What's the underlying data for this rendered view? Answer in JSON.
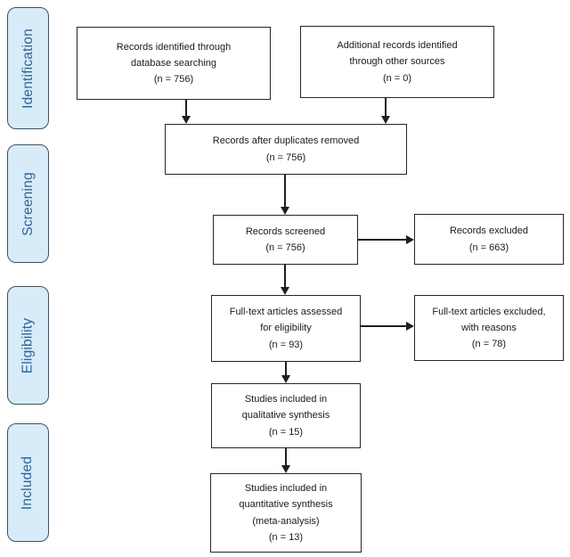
{
  "sidebar": {
    "stages": [
      {
        "label": "Identification"
      },
      {
        "label": "Screening"
      },
      {
        "label": "Eligibility"
      },
      {
        "label": "Included"
      }
    ]
  },
  "boxes": {
    "records_identified": "Records identified through\ndatabase searching\n(n = 756)",
    "additional_records": "Additional records identified\nthrough other sources\n(n = 0)",
    "duplicates_removed": "Records after duplicates removed\n(n = 756)",
    "records_screened": "Records screened\n(n = 756)",
    "records_excluded": "Records excluded\n(n = 663)",
    "fulltext_assessed": "Full-text articles assessed\nfor eligibility\n(n = 93)",
    "fulltext_excluded": "Full-text articles excluded,\nwith reasons\n(n = 78)",
    "qualitative_synthesis": "Studies included in\nqualitative synthesis\n(n = 15)",
    "quantitative_synthesis": "Studies included in\nquantitative synthesis\n(meta-analysis)\n(n = 13)"
  },
  "colors": {
    "stage_fill": "#d7ecf8",
    "stage_border": "#41505c",
    "stage_text": "#2e6499",
    "box_fill": "#ffffff",
    "box_border": "#262626",
    "box_text": "#1a1a1a",
    "arrow": "#1f1f1f",
    "background": "#ffffff"
  }
}
